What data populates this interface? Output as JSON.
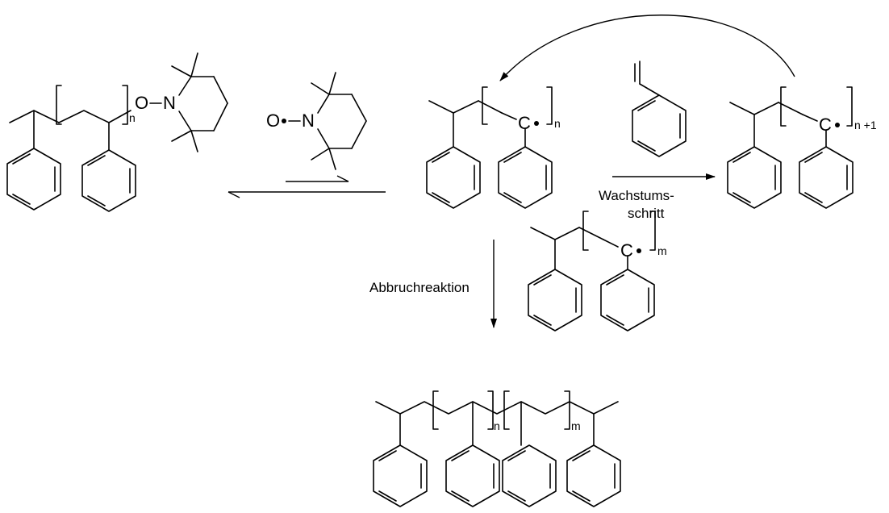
{
  "atoms": {
    "oxygen": "O",
    "nitrogen": "N",
    "carbon": "C"
  },
  "indices": {
    "n": "n",
    "n_plus_1": "n +1",
    "m": "m"
  },
  "labels": {
    "growth_line1": "Wachstums-",
    "growth_line2": "schritt",
    "termination": "Abbruchreaktion"
  }
}
